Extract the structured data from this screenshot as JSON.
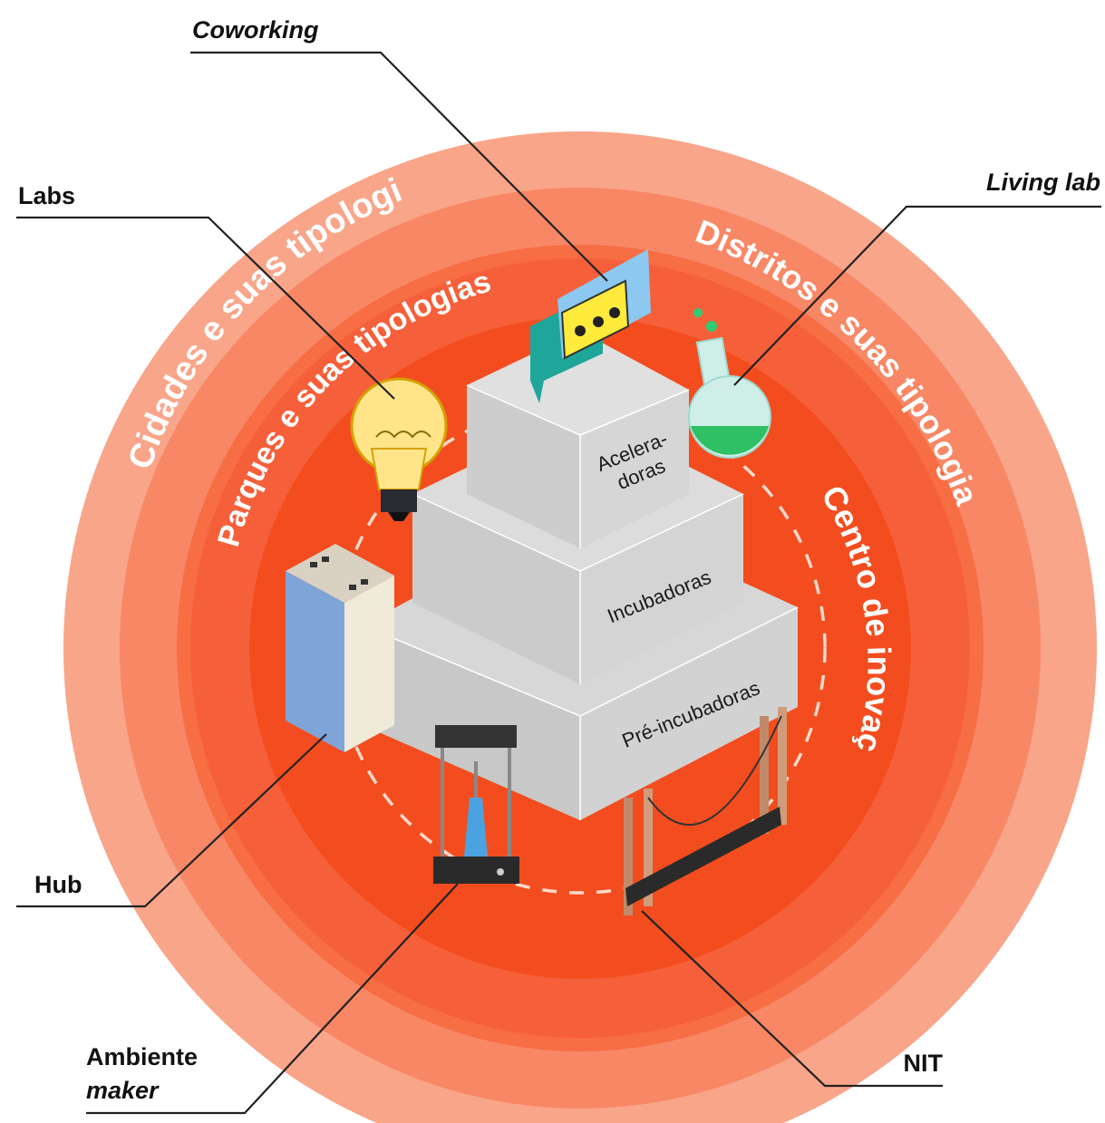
{
  "colors": {
    "ring_outer": "#f9a58a",
    "ring_2": "#f88765",
    "ring_3": "#f76d44",
    "ring_4": "#f5603a",
    "ring_inner": "#f34d1f",
    "box_face_light": "#d9d9d9",
    "box_face_mid": "#c9c9c9",
    "box_face_dark": "#bdbdbd"
  },
  "rings": {
    "cidades": "Cidades e suas tipologias",
    "parques": "Parques e suas tipologias",
    "distritos": "Distritos e suas tipologias",
    "centro": "Centro de inovação"
  },
  "pyramid": {
    "top": [
      "Acelera-",
      "doras"
    ],
    "middle": "Incubadoras",
    "bottom": "Pré-incubadoras"
  },
  "callouts": {
    "coworking": "Coworking",
    "labs": "Labs",
    "living_lab": "Living lab",
    "hub": "Hub",
    "ambiente": "Ambiente",
    "maker": "maker",
    "nit": "NIT"
  },
  "icons": [
    "chat-bubbles-icon",
    "light-bulb-icon",
    "flask-icon",
    "building-icon",
    "3d-printer-icon",
    "bridge-icon"
  ]
}
